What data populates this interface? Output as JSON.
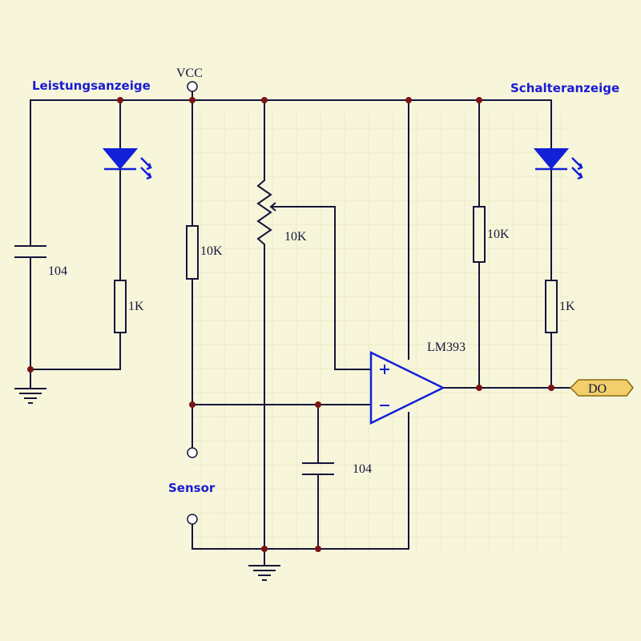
{
  "labels": {
    "power_indicator": "Leistungsanzeige",
    "switch_indicator": "Schalteranzeige",
    "vcc": "VCC",
    "sensor": "Sensor",
    "comparator": "LM393",
    "output": "DO"
  },
  "components": {
    "cap_left": "104",
    "res_led_left": "1K",
    "res_sensor_divider": "10K",
    "potentiometer": "10K",
    "res_pullup": "10K",
    "res_led_right": "1K",
    "cap_bottom": "104"
  },
  "opamp_pins": {
    "plus": "+",
    "minus": "−"
  },
  "colors": {
    "background": "#f7f6da",
    "wire": "#14143c",
    "accent_blue": "#1220d8",
    "junction": "#7a1414",
    "output_tag": "#f2cf6a"
  }
}
